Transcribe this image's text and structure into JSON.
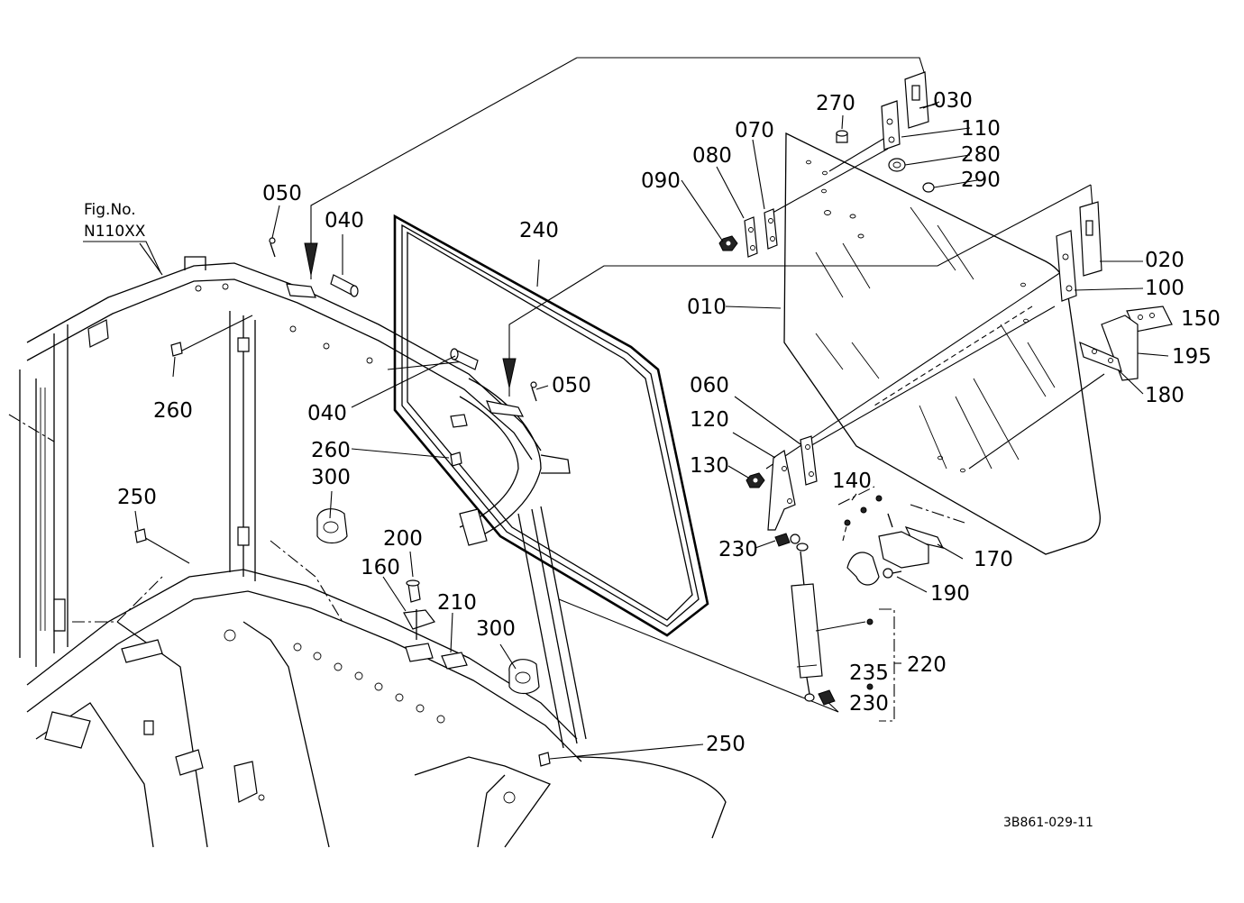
{
  "figure": {
    "fig_label": "Fig.No.",
    "fig_number": "N110XX",
    "drawing_code": "3B861-029-11"
  },
  "callouts": {
    "c010": "010",
    "c020": "020",
    "c030": "030",
    "c040a": "040",
    "c040b": "040",
    "c050a": "050",
    "c050b": "050",
    "c060": "060",
    "c070": "070",
    "c080": "080",
    "c090": "090",
    "c100": "100",
    "c110": "110",
    "c120": "120",
    "c130": "130",
    "c140": "140",
    "c150": "150",
    "c160": "160",
    "c170": "170",
    "c180": "180",
    "c190": "190",
    "c195": "195",
    "c200": "200",
    "c210": "210",
    "c220": "220",
    "c230a": "230",
    "c230b": "230",
    "c235": "235",
    "c240": "240",
    "c250a": "250",
    "c250b": "250",
    "c260a": "260",
    "c260b": "260",
    "c270": "270",
    "c280": "280",
    "c290": "290",
    "c300a": "300",
    "c300b": "300"
  }
}
